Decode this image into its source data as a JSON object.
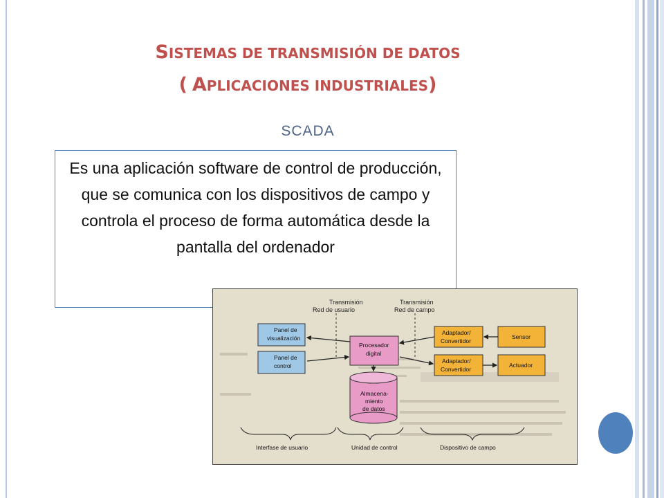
{
  "slide": {
    "title_line1": "Sistemas de transmisión de datos",
    "title_line2": "( aplicaciones industriales)",
    "subtitle": "SCADA",
    "definition": "Es una aplicación software de control de producción, que se comunica con los dispositivos de campo y controla el proceso de forma automática desde la pantalla del ordenador"
  },
  "diagram": {
    "top_labels": {
      "user_network": [
        "Transmisión",
        "Red de usuario"
      ],
      "field_network": [
        "Transmisión",
        "Red de campo"
      ]
    },
    "boxes": {
      "visual_panel": [
        "Panel de",
        "visualización"
      ],
      "control_panel": [
        "Panel de",
        "control"
      ],
      "processor": [
        "Procesador",
        "digital"
      ],
      "storage": [
        "Almacena-",
        "miento",
        "de datos"
      ],
      "adapter1": [
        "Adaptador/",
        "Convertidor"
      ],
      "adapter2": [
        "Adaptador/",
        "Convertidor"
      ],
      "sensor": "Sensor",
      "actuator": "Actuador"
    },
    "bottom_labels": {
      "user_interface": "Interfase de usuario",
      "control_unit": "Unidad de control",
      "field_device": "Dispositivo de campo"
    }
  },
  "colors": {
    "title": "#c0504d",
    "accent": "#4f81bd",
    "panel_box": "#9fc7e6",
    "processor_box": "#e79bc6",
    "device_box": "#f2b338"
  }
}
